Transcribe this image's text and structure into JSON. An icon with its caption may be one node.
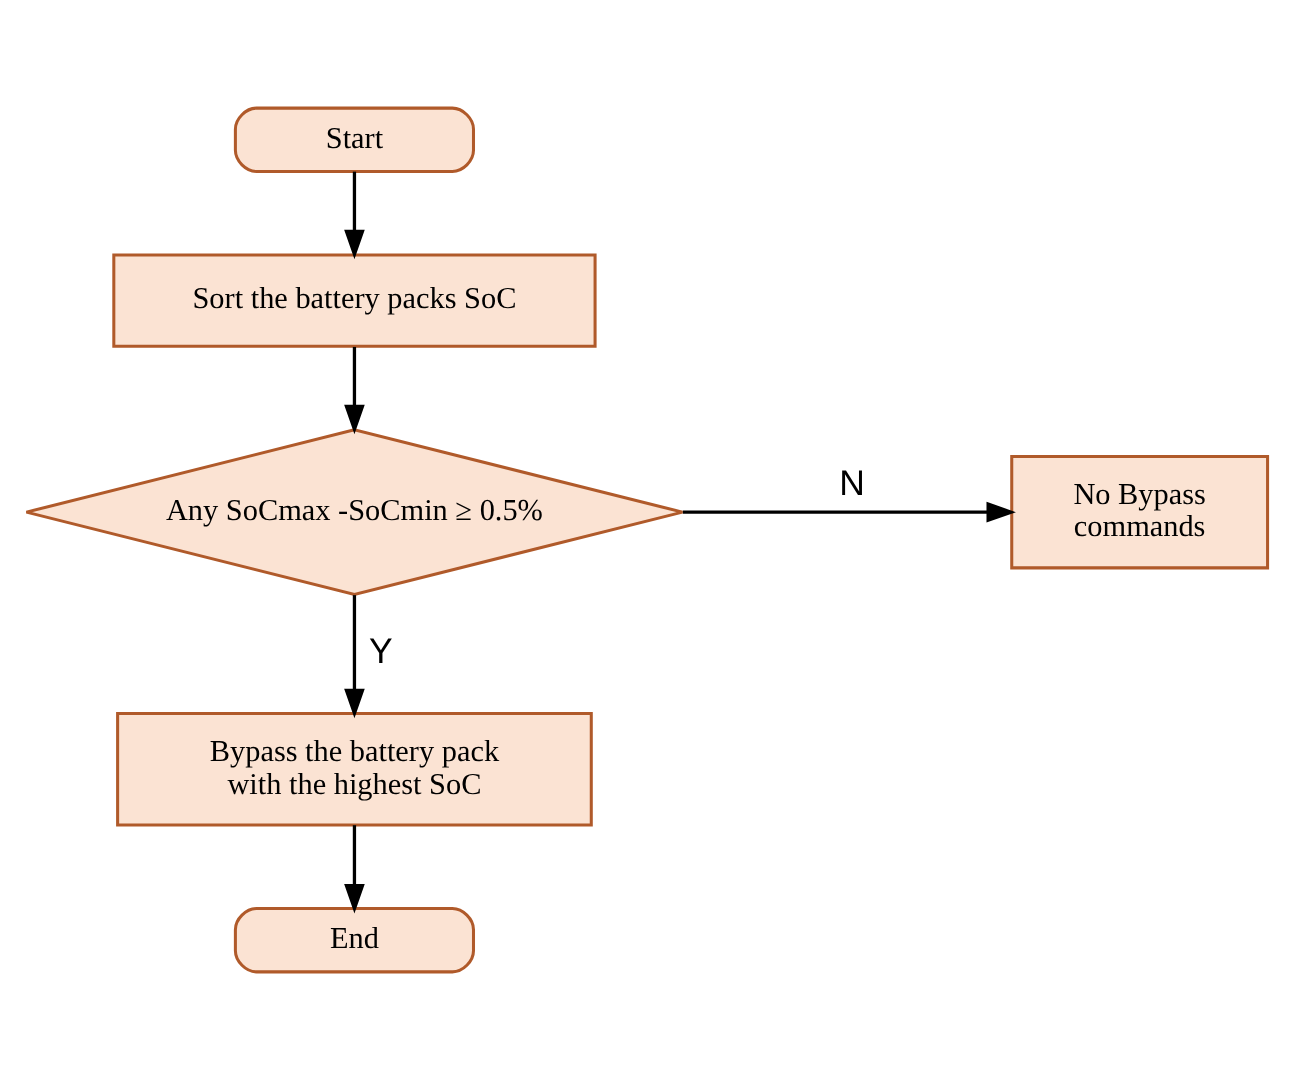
{
  "diagram": {
    "nodes": [
      {
        "text": [
          "Start"
        ]
      },
      {
        "text": [
          "Sort the battery packs SoC"
        ]
      },
      {
        "text": [
          "Any SoCmax -SoCmin ≥ 0.5%"
        ]
      },
      {
        "text": [
          "No Bypass commands"
        ]
      },
      {
        "text": [
          "Bypass the battery pack with the highest SoC"
        ]
      },
      {
        "text": [
          "End"
        ]
      }
    ],
    "edges": [
      {
        "from": 0,
        "to": 1,
        "arrow": "to"
      },
      {
        "from": 1,
        "to": 2,
        "arrow": "to"
      },
      {
        "from": 2,
        "to": 3,
        "arrow": "to",
        "label": "N"
      },
      {
        "from": 2,
        "to": 4,
        "arrow": "to",
        "label": "Y"
      },
      {
        "from": 4,
        "to": 5,
        "arrow": "to"
      }
    ]
  }
}
